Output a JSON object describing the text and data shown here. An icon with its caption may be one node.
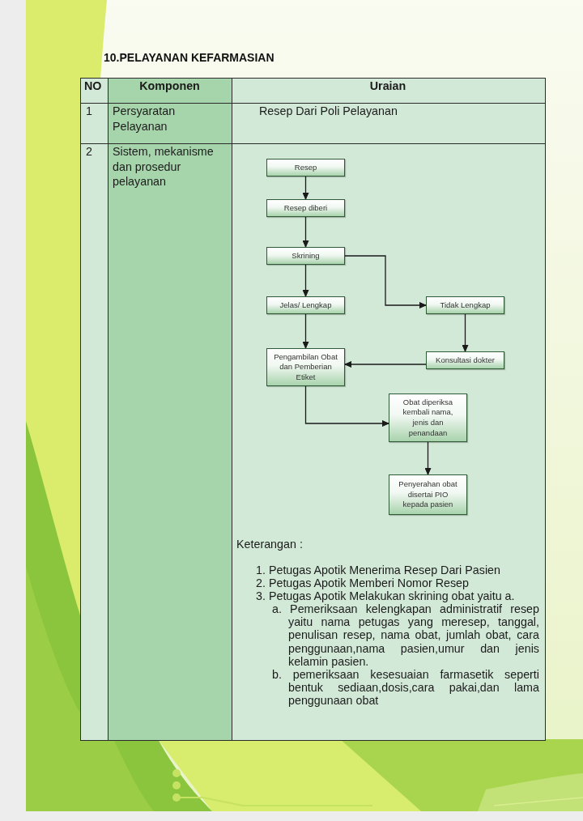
{
  "diagram": {
    "title": "10.PELAYANAN KEFARMASIAN",
    "nodes": [
      {
        "text": [
          "Resep"
        ]
      },
      {
        "text": [
          "Resep diberi"
        ]
      },
      {
        "text": [
          "Skrining"
        ]
      },
      {
        "text": [
          "Jelas/ Lengkap"
        ]
      },
      {
        "text": [
          "Tidak Lengkap"
        ]
      },
      {
        "text": [
          "Pengambilan Obat dan Pemberian Etiket"
        ]
      },
      {
        "text": [
          "Konsultasi dokter"
        ]
      },
      {
        "text": [
          "Obat diperiksa kembali nama, jenis dan penandaan"
        ]
      },
      {
        "text": [
          "Penyerahan obat disertai PIO kepada pasien"
        ]
      }
    ],
    "edges": [
      {
        "from": 0,
        "to": 1,
        "arrow": "to"
      },
      {
        "from": 1,
        "to": 2,
        "arrow": "to"
      },
      {
        "from": 2,
        "to": 3,
        "arrow": "to"
      },
      {
        "from": 2,
        "to": 4,
        "arrow": "to"
      },
      {
        "from": 3,
        "to": 5,
        "arrow": "to"
      },
      {
        "from": 4,
        "to": 6,
        "arrow": "to"
      },
      {
        "from": 6,
        "to": 5,
        "arrow": "to"
      },
      {
        "from": 5,
        "to": 7,
        "arrow": "to"
      },
      {
        "from": 7,
        "to": 8,
        "arrow": "to"
      }
    ],
    "labels": [
      "NO",
      "Komponen",
      "Uraian",
      "1",
      "Persyaratan Pelayanan",
      "Resep Dari Poli Pelayanan",
      "2",
      "Sistem, mekanisme dan prosedur pelayanan",
      "Keterangan :",
      "1. Petugas Apotik Menerima Resep Dari Pasien",
      "2. Petugas Apotik Memberi Nomor Resep",
      "3. Petugas Apotik Melakukan skrining obat yaitu a.",
      "a. Pemeriksaan kelengkapan administratif resep yaitu nama petugas yang meresep, tanggal, penulisan resep, nama obat, jumlah obat, cara penggunaan,nama pasien,umur dan jenis kelamin pasien.",
      "b. pemeriksaan kesesuaian farmasetik seperti bentuk sediaan,dosis,cara pakai,dan lama penggunaan obat"
    ]
  }
}
